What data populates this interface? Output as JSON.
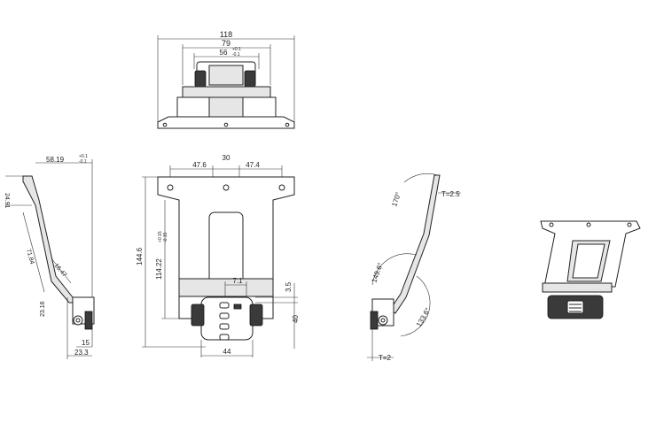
{
  "top_view": {
    "overall_width": "118",
    "mid_width": "79",
    "inner_width": "56",
    "inner_tol_plus": "+0.1",
    "inner_tol_minus": "-0.1"
  },
  "front_view": {
    "hole_spacing_left": "47.6",
    "hole_spacing_center": "30",
    "hole_spacing_right": "47.4",
    "overall_height": "144.6",
    "inner_height": "114.22",
    "inner_height_tol_plus": "+0.15",
    "inner_height_tol_minus": "-0.15",
    "slot_width": "7.1",
    "slot_offset": "3.5",
    "clamp_height": "40",
    "clamp_width": "44"
  },
  "side_view": {
    "top_width": "58.19",
    "top_width_tol_plus": "+0.1",
    "top_width_tol_minus": "-0.1",
    "top_segment": "24.91",
    "long_segment": "71.84",
    "angled_segment": "16.47",
    "foot_height": "23.16",
    "foot_depth": "15",
    "base_width": "23.3"
  },
  "angle_view": {
    "top_angle": "170°",
    "thickness_top": "T=2.5",
    "left_angle": "149.6°",
    "right_angle": "133.6°",
    "thickness_bottom": "T=2"
  }
}
